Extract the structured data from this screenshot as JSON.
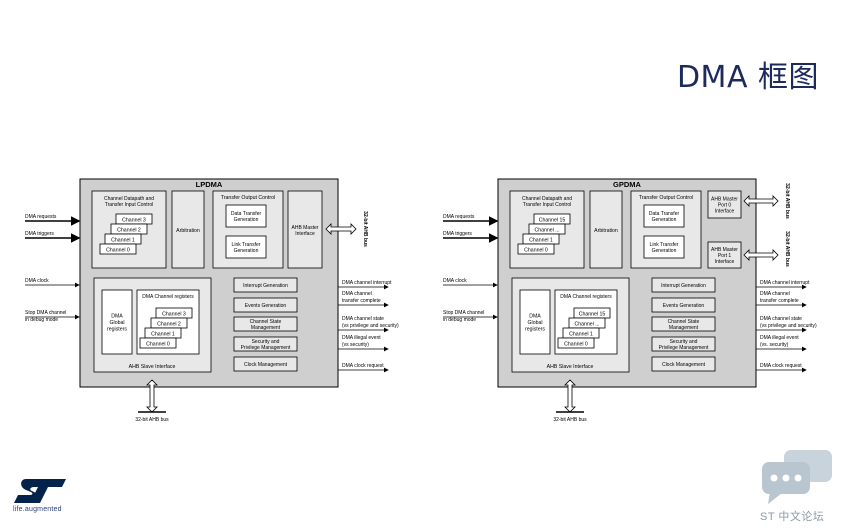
{
  "slide": {
    "title": "DMA 框图",
    "tagline": "life.augmented",
    "forum_label": "ST 中文论坛"
  },
  "lpdma": {
    "name": "LPDMA",
    "datapath_title": [
      "Channel Datapath and",
      "Transfer Input Control"
    ],
    "datapath_channels": [
      "Channel 3",
      "Channel 2",
      "Channel 1",
      "Channel 0"
    ],
    "arbitration": "Arbitration",
    "output_control": "Transfer Output Control",
    "data_transfer_gen": [
      "Data Transfer",
      "Generation"
    ],
    "link_transfer_gen": [
      "Link Transfer",
      "Generation"
    ],
    "ahb_master": [
      "AHB Master",
      "Interface"
    ],
    "ahb_bus_right": "32-bit AHB bus",
    "dma_global_registers": [
      "DMA",
      "Global",
      "registers"
    ],
    "channel_registers_title": "DMA Channel registers",
    "register_channels": [
      "Channel 3",
      "Channel 2",
      "Channel 1",
      "Channel 0"
    ],
    "ahb_slave": "AHB Slave Interface",
    "blocks": [
      "Interrupt Generation",
      "Events Generation",
      "Channel State Management",
      "Security and Privilege Management",
      "Clock Management"
    ],
    "inputs": [
      "DMA requests",
      "DMA triggers",
      "DMA clock",
      "Stop DMA channel in debug mode"
    ],
    "outputs": [
      "DMA channel interrupt",
      "DMA channel transfer complete",
      "DMA channel state (vs privilege and security)",
      "DMA illegal event (vs security)",
      "DMA clock request"
    ],
    "bottom_bus": "32-bit AHB bus"
  },
  "gpdma": {
    "name": "GPDMA",
    "datapath_title": [
      "Channel Datapath and",
      "Transfer Input Control"
    ],
    "datapath_channels": [
      "Channel 15",
      "Channel ...",
      "Channel 1",
      "Channel 0"
    ],
    "arbitration": "Arbitration",
    "output_control": "Transfer Output Control",
    "data_transfer_gen": [
      "Data Transfer",
      "Generation"
    ],
    "link_transfer_gen": [
      "Link Transfer",
      "Generation"
    ],
    "ahb_master_port0": [
      "AHB Master",
      "Port 0",
      "Interface"
    ],
    "ahb_master_port1": [
      "AHB Master",
      "Port 1",
      "Interface"
    ],
    "ahb_bus_right_1": "32-bit AHB bus",
    "ahb_bus_right_2": "32-bit AHB bus",
    "dma_global_registers": [
      "DMA",
      "Global",
      "registers"
    ],
    "channel_registers_title": "DMA Channel registers",
    "register_channels": [
      "Channel 15",
      "Channel ...",
      "Channel 1",
      "Channel 0"
    ],
    "ahb_slave": "AHB Slave Interface",
    "blocks": [
      "Interrupt Generation",
      "Events Generation",
      "Channel State Management",
      "Security and Privilege Management",
      "Clock Management"
    ],
    "inputs": [
      "DMA requests",
      "DMA triggers",
      "DMA clock",
      "Stop DMA channel in debug mode"
    ],
    "outputs": [
      "DMA channel interrupt",
      "DMA channel transfer complete",
      "DMA channel state (vs privilege and security)",
      "DMA illegal event (vs. security)",
      "DMA clock request"
    ],
    "bottom_bus": "32-bit AHB bus"
  }
}
